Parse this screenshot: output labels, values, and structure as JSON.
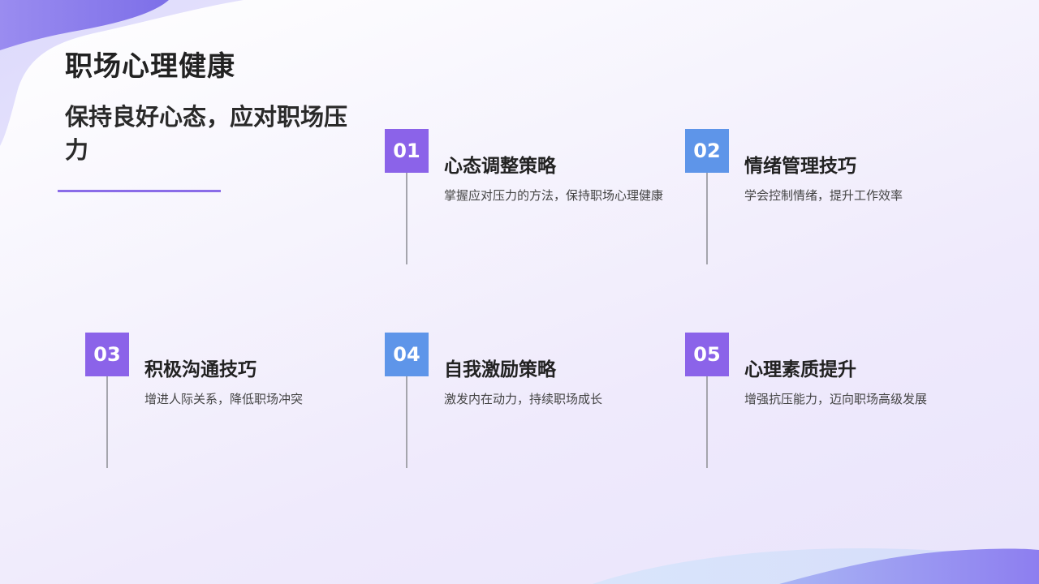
{
  "header": {
    "title": "职场心理健康",
    "subtitle": "保持良好心态，应对职场压力"
  },
  "colors": {
    "accent_purple": "#8b63e9",
    "accent_blue": "#5e95e9",
    "divider": "#8a6ce8"
  },
  "items": [
    {
      "number": "01",
      "title": "心态调整策略",
      "description": "掌握应对压力的方法，保持职场心理健康",
      "badge_color": "purple"
    },
    {
      "number": "02",
      "title": "情绪管理技巧",
      "description": "学会控制情绪，提升工作效率",
      "badge_color": "blue"
    },
    {
      "number": "03",
      "title": "积极沟通技巧",
      "description": "增进人际关系，降低职场冲突",
      "badge_color": "purple"
    },
    {
      "number": "04",
      "title": "自我激励策略",
      "description": "激发内在动力，持续职场成长",
      "badge_color": "blue"
    },
    {
      "number": "05",
      "title": "心理素质提升",
      "description": "增强抗压能力，迈向职场高级发展",
      "badge_color": "purple"
    }
  ]
}
